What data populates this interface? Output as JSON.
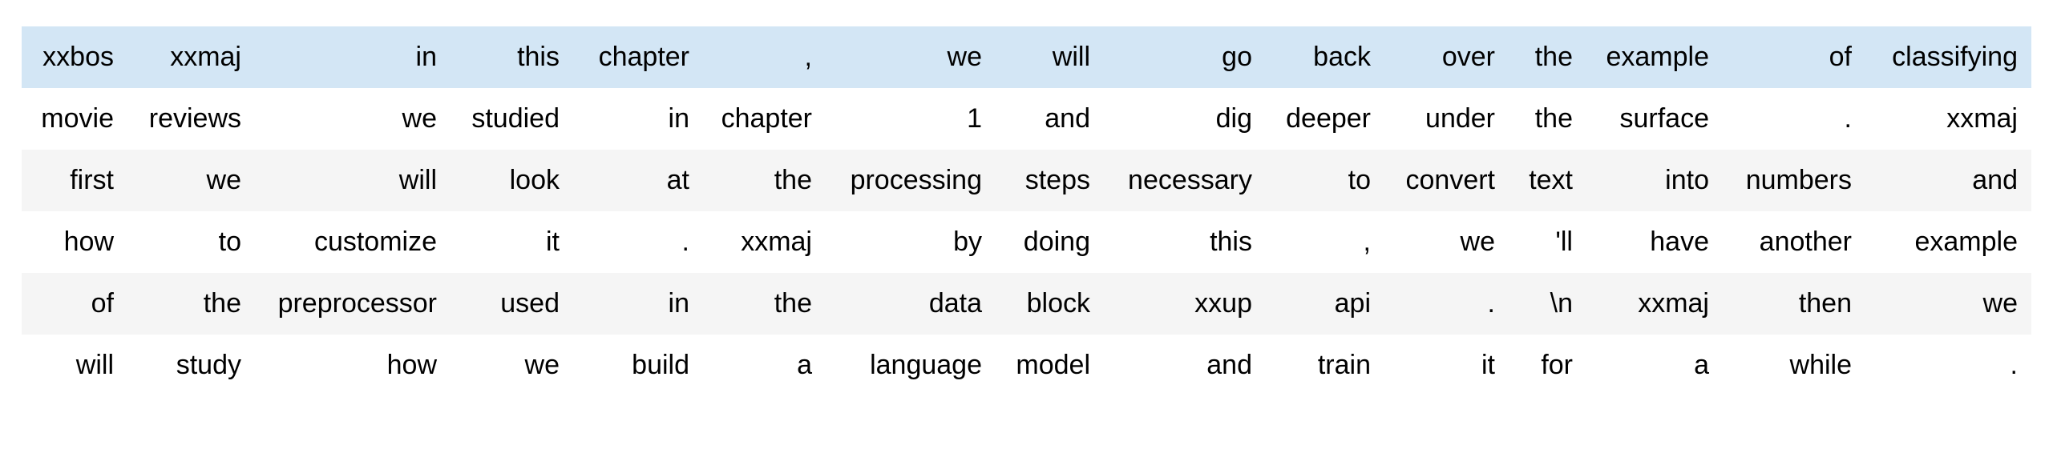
{
  "table": {
    "description": "tokenized-text-dataframe",
    "num_rows": 6,
    "num_cols": 15,
    "highlighted_row_index": 0,
    "rows": [
      [
        "xxbos",
        "xxmaj",
        "in",
        "this",
        "chapter",
        ",",
        "we",
        "will",
        "go",
        "back",
        "over",
        "the",
        "example",
        "of",
        "classifying"
      ],
      [
        "movie",
        "reviews",
        "we",
        "studied",
        "in",
        "chapter",
        "1",
        "and",
        "dig",
        "deeper",
        "under",
        "the",
        "surface",
        ".",
        "xxmaj"
      ],
      [
        "first",
        "we",
        "will",
        "look",
        "at",
        "the",
        "processing",
        "steps",
        "necessary",
        "to",
        "convert",
        "text",
        "into",
        "numbers",
        "and"
      ],
      [
        "how",
        "to",
        "customize",
        "it",
        ".",
        "xxmaj",
        "by",
        "doing",
        "this",
        ",",
        "we",
        "'ll",
        "have",
        "another",
        "example"
      ],
      [
        "of",
        "the",
        "preprocessor",
        "used",
        "in",
        "the",
        "data",
        "block",
        "xxup",
        "api",
        ".",
        "\\n",
        "xxmaj",
        "then",
        "we"
      ],
      [
        "will",
        "study",
        "how",
        "we",
        "build",
        "a",
        "language",
        "model",
        "and",
        "train",
        "it",
        "for",
        "a",
        "while",
        "."
      ]
    ]
  },
  "colors": {
    "highlight_row_background": "#d3e6f5",
    "stripe_row_background": "#f5f5f5",
    "page_background": "#ffffff",
    "text_color": "#000000"
  }
}
